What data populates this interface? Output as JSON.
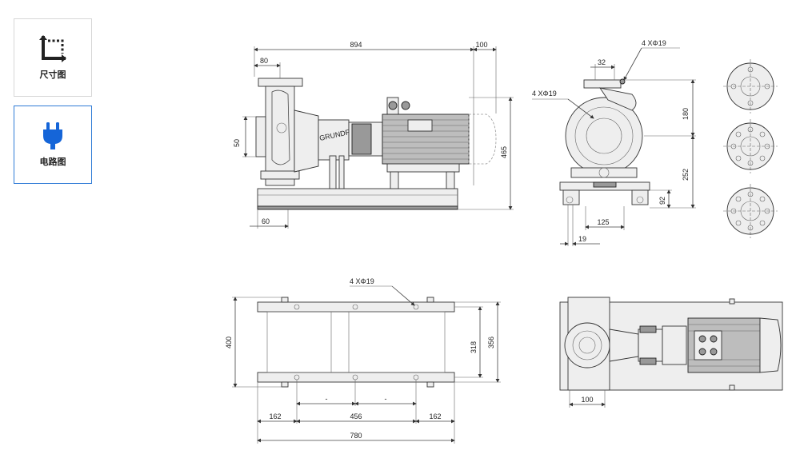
{
  "sidebar": {
    "items": [
      {
        "label": "尺寸图",
        "icon": "dimension-crop-icon",
        "active": false
      },
      {
        "label": "电路图",
        "icon": "plug-icon",
        "active": true
      }
    ],
    "accent_color": "#1565d8"
  },
  "drawing": {
    "side_view": {
      "overall_length": "894",
      "motor_overhang": "100",
      "suction_offset": "80",
      "nozzle_size": "50",
      "foot_offset": "60",
      "overall_height": "465"
    },
    "end_view": {
      "flange_holes": "4  XΦ19",
      "discharge_holes": "4  XΦ19",
      "outlet_offset": "32",
      "top_to_center": "180",
      "center_height": "252",
      "base_height": "92",
      "foot_spacing": "125",
      "foot_hole": "19"
    },
    "plan_view": {
      "base_holes": "4  XΦ19",
      "overall_width": "400",
      "inner_width": "318",
      "rail_width": "356",
      "left_margin": "162",
      "center_span": "456",
      "right_margin": "162",
      "overall_length": "780",
      "mark_a": "-",
      "mark_b": "-"
    },
    "top_view": {
      "pump_offset": "100"
    }
  }
}
